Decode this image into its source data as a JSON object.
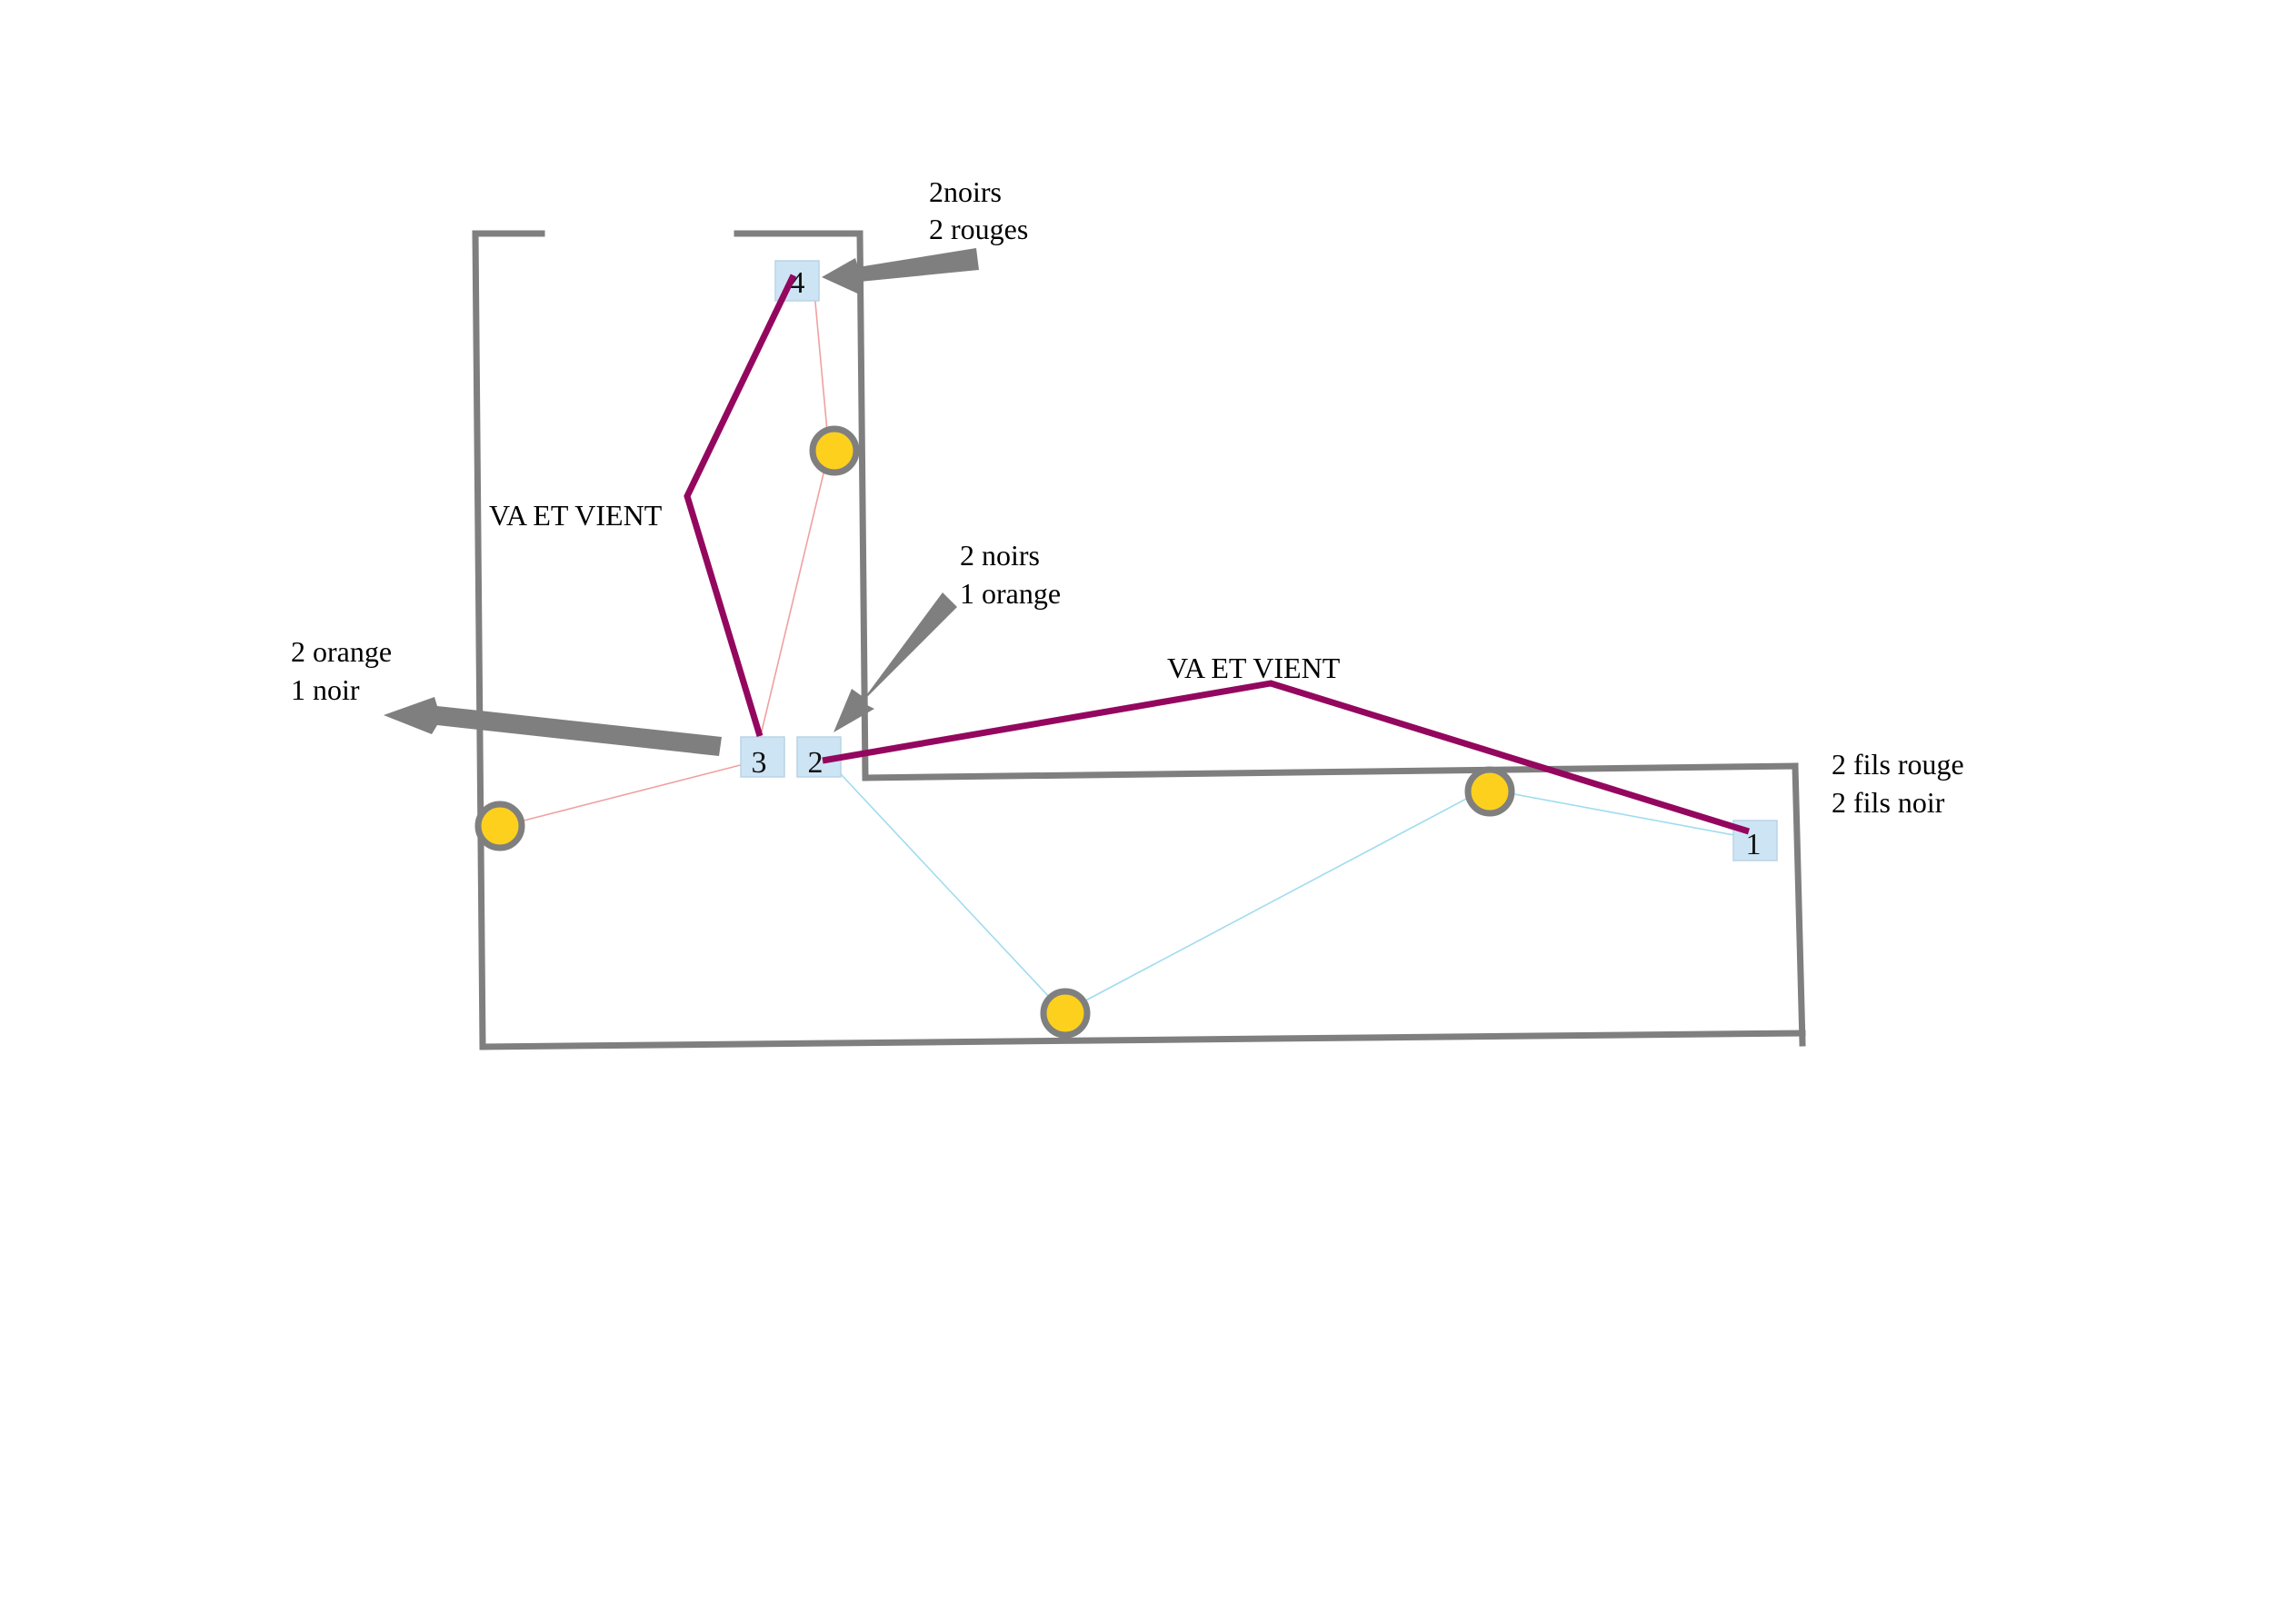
{
  "diagram": {
    "colors": {
      "wall": "#7f7f7f",
      "va_et_vient": "#94075f",
      "lamp_fill": "#fdd01e",
      "lamp_ring": "#7f7f7f",
      "box_fill": "#cde4f4",
      "wire_red": "#f0a0a0",
      "wire_blue": "#9fdcef"
    },
    "boxes": {
      "b1": "1",
      "b2": "2",
      "b3": "3",
      "b4": "4"
    },
    "labels": {
      "va_et_vient_top": "VA ET VIENT",
      "va_et_vient_right": "VA ET VIENT",
      "box4_line1": "2noirs",
      "box4_line2": "2 rouges",
      "box2_line1": "2 noirs",
      "box2_line2": "1 orange",
      "box3_line1": "2 orange",
      "box3_line2": "1 noir",
      "box1_line1": "2 fils rouge",
      "box1_line2": "2 fils noir"
    },
    "icons": {
      "lamp": "ceiling-lamp-icon",
      "arrow": "pointer-arrow-icon"
    }
  }
}
